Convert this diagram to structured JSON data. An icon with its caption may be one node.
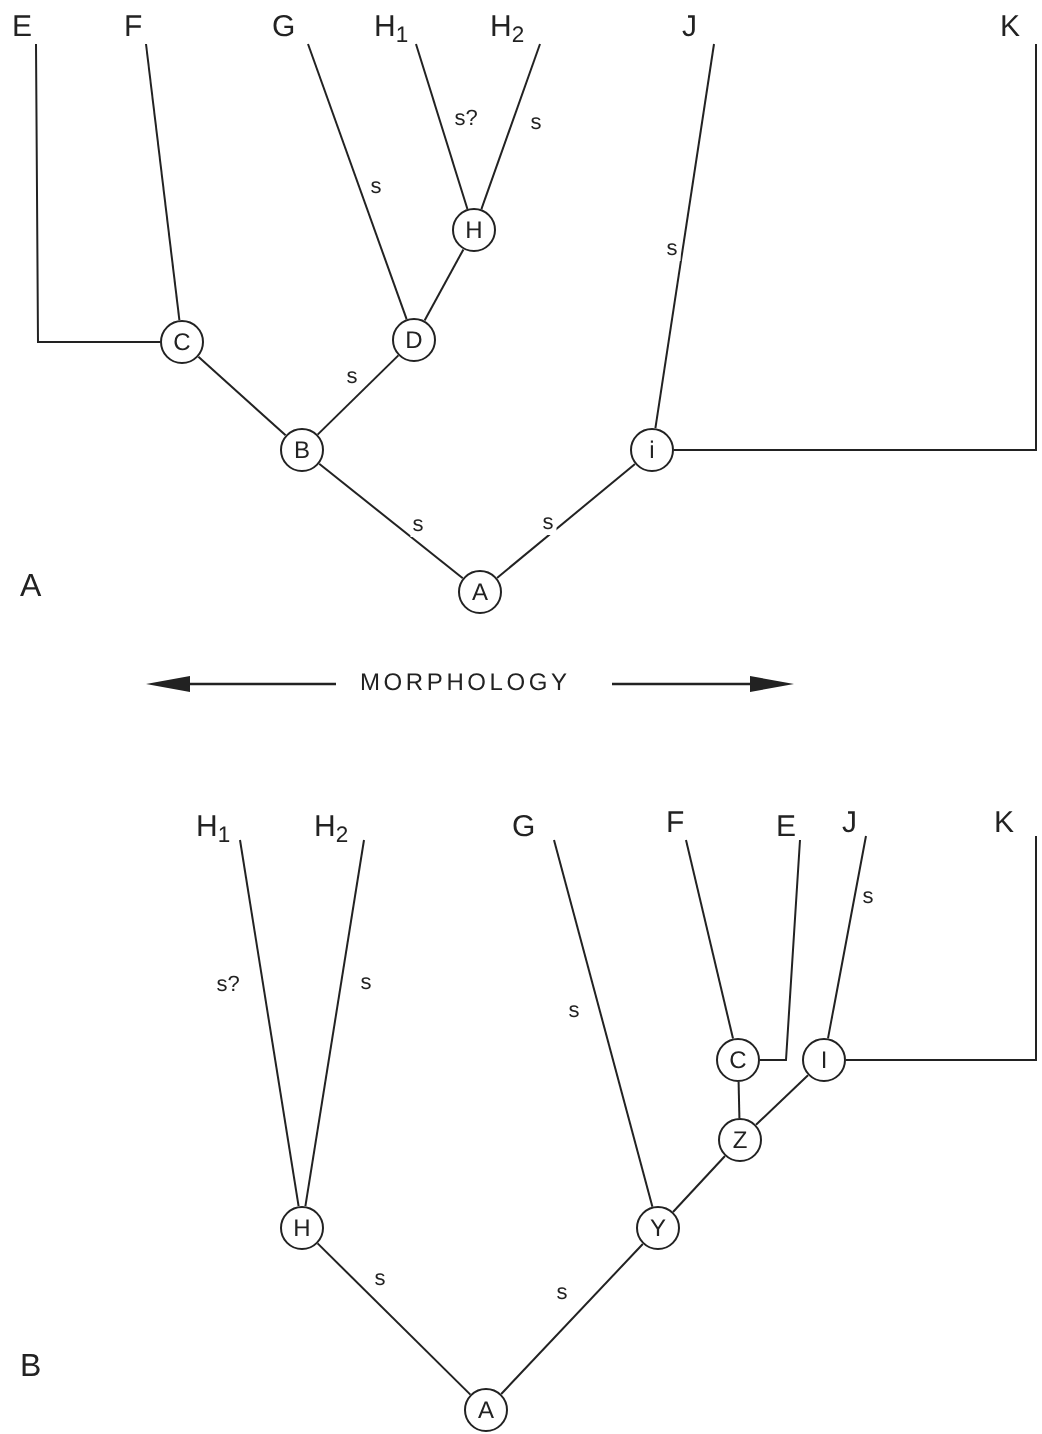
{
  "diagram": {
    "nodes": [
      {
        "text": [
          "E"
        ]
      },
      {
        "text": [
          "F"
        ]
      },
      {
        "text": [
          "G"
        ]
      },
      {
        "text": [
          "H$_{1}$"
        ]
      },
      {
        "text": [
          "H$_{2}$"
        ]
      },
      {
        "text": [
          "J"
        ]
      },
      {
        "text": [
          "K"
        ]
      },
      {
        "text": [
          "H"
        ]
      },
      {
        "text": [
          "C"
        ]
      },
      {
        "text": [
          "D"
        ]
      },
      {
        "text": [
          "B"
        ]
      },
      {
        "text": [
          "i"
        ]
      },
      {
        "text": [
          "A"
        ]
      },
      {
        "text": [
          "H$_{1}$"
        ]
      },
      {
        "text": [
          "H$_{2}$"
        ]
      },
      {
        "text": [
          "G"
        ]
      },
      {
        "text": [
          "F"
        ]
      },
      {
        "text": [
          "E"
        ]
      },
      {
        "text": [
          "J"
        ]
      },
      {
        "text": [
          "K"
        ]
      },
      {
        "text": [
          "C"
        ]
      },
      {
        "text": [
          "I"
        ]
      },
      {
        "text": [
          "Z"
        ]
      },
      {
        "text": [
          "H"
        ]
      },
      {
        "text": [
          "Y"
        ]
      },
      {
        "text": [
          "A"
        ]
      }
    ],
    "edges": [
      {
        "from": 0,
        "to": 8,
        "arrow": "none"
      },
      {
        "from": 1,
        "to": 8,
        "arrow": "none"
      },
      {
        "from": 2,
        "to": 9,
        "arrow": "none",
        "label": "s"
      },
      {
        "from": 3,
        "to": 7,
        "arrow": "none",
        "label": "s?"
      },
      {
        "from": 4,
        "to": 7,
        "arrow": "none",
        "label": "s"
      },
      {
        "from": 7,
        "to": 9,
        "arrow": "none"
      },
      {
        "from": 9,
        "to": 10,
        "arrow": "none",
        "label": "s"
      },
      {
        "from": 8,
        "to": 10,
        "arrow": "none"
      },
      {
        "from": 5,
        "to": 11,
        "arrow": "none",
        "label": "s"
      },
      {
        "from": 6,
        "to": 11,
        "arrow": "none"
      },
      {
        "from": 10,
        "to": 12,
        "arrow": "none",
        "label": "s"
      },
      {
        "from": 11,
        "to": 12,
        "arrow": "none",
        "label": "s"
      },
      {
        "from": 13,
        "to": 23,
        "arrow": "none",
        "label": "s?"
      },
      {
        "from": 14,
        "to": 23,
        "arrow": "none",
        "label": "s"
      },
      {
        "from": 15,
        "to": 24,
        "arrow": "none",
        "label": "s"
      },
      {
        "from": 16,
        "to": 20,
        "arrow": "none"
      },
      {
        "from": 17,
        "to": 20,
        "arrow": "none"
      },
      {
        "from": 18,
        "to": 21,
        "arrow": "none",
        "label": "s"
      },
      {
        "from": 19,
        "to": 21,
        "arrow": "none"
      },
      {
        "from": 20,
        "to": 22,
        "arrow": "none"
      },
      {
        "from": 21,
        "to": 22,
        "arrow": "none"
      },
      {
        "from": 22,
        "to": 24,
        "arrow": "none"
      },
      {
        "from": 23,
        "to": 25,
        "arrow": "none",
        "label": "s"
      },
      {
        "from": 24,
        "to": 25,
        "arrow": "none",
        "label": "s"
      }
    ],
    "labels": [
      "A",
      "MORPHOLOGY",
      "B"
    ]
  }
}
